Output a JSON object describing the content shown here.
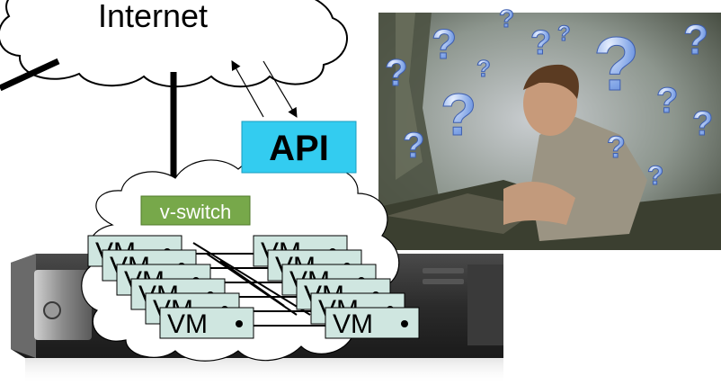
{
  "diagram": {
    "internet_label": "Internet",
    "api_label": "API",
    "vswitch_label": "v-switch",
    "vm_label": "VM",
    "vm_count_per_stack": 6,
    "colors": {
      "api_box": "#33ccf0",
      "vswitch_box": "#77a84a",
      "vm_box": "#cfe6e0",
      "cloud_fill": "#ffffff",
      "line": "#000000"
    },
    "photo": {
      "description": "",
      "question_mark": "?"
    }
  }
}
